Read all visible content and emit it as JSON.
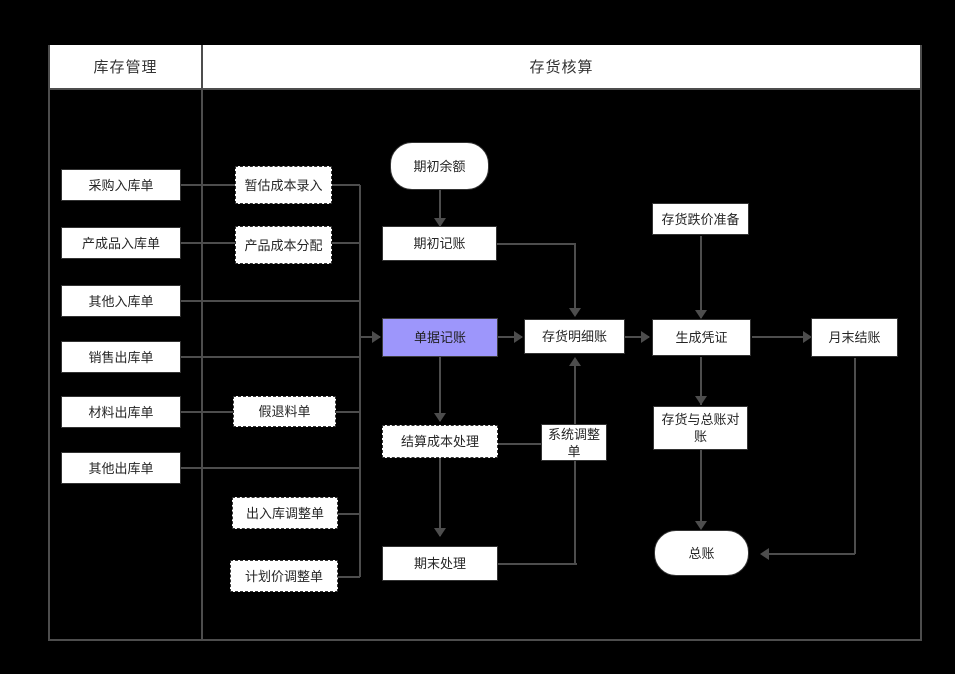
{
  "diagram": {
    "type": "flowchart",
    "orientation": "left-to-right",
    "background_color": "#000000",
    "node_fill": "#ffffff",
    "node_text_color": "#262626",
    "connector_color": "#4d4d4d",
    "accent_color": "#9d96fb",
    "lanes": [
      {
        "id": "lane-inventory-mgmt",
        "title": "库存管理"
      },
      {
        "id": "lane-inventory-acct",
        "title": "存货核算"
      }
    ],
    "nodes": [
      {
        "id": "purchase-in",
        "label": "采购入库单",
        "shape": "rect",
        "lane": "lane-inventory-mgmt"
      },
      {
        "id": "finished-in",
        "label": "产成品入库单",
        "shape": "rect",
        "lane": "lane-inventory-mgmt"
      },
      {
        "id": "other-in",
        "label": "其他入库单",
        "shape": "rect",
        "lane": "lane-inventory-mgmt"
      },
      {
        "id": "sales-out",
        "label": "销售出库单",
        "shape": "rect",
        "lane": "lane-inventory-mgmt"
      },
      {
        "id": "material-out",
        "label": "材料出库单",
        "shape": "rect",
        "lane": "lane-inventory-mgmt"
      },
      {
        "id": "other-out",
        "label": "其他出库单",
        "shape": "rect",
        "lane": "lane-inventory-mgmt"
      },
      {
        "id": "est-cost-entry",
        "label": "暂估成本录入",
        "shape": "rect-dashed",
        "lane": "lane-inventory-acct"
      },
      {
        "id": "product-cost-alloc",
        "label": "产品成本分配",
        "shape": "rect-dashed",
        "lane": "lane-inventory-acct"
      },
      {
        "id": "false-return",
        "label": "假退料单",
        "shape": "rect-dashed",
        "lane": "lane-inventory-acct"
      },
      {
        "id": "io-adjust",
        "label": "出入库调整单",
        "shape": "rect-dashed",
        "lane": "lane-inventory-acct"
      },
      {
        "id": "plan-price-adjust",
        "label": "计划价调整单",
        "shape": "rect-dashed",
        "lane": "lane-inventory-acct"
      },
      {
        "id": "opening-balance",
        "label": "期初余额",
        "shape": "rounded",
        "lane": "lane-inventory-acct"
      },
      {
        "id": "opening-posting",
        "label": "期初记账",
        "shape": "rect",
        "lane": "lane-inventory-acct"
      },
      {
        "id": "doc-posting",
        "label": "单据记账",
        "shape": "rect-accent",
        "lane": "lane-inventory-acct",
        "highlighted": true
      },
      {
        "id": "inventory-ledger",
        "label": "存货明细账",
        "shape": "rect",
        "lane": "lane-inventory-acct"
      },
      {
        "id": "settle-cost",
        "label": "结算成本处理",
        "shape": "rect-dashed",
        "lane": "lane-inventory-acct"
      },
      {
        "id": "system-adjust",
        "label": "系统调整单",
        "shape": "rect",
        "lane": "lane-inventory-acct"
      },
      {
        "id": "period-end",
        "label": "期末处理",
        "shape": "rect",
        "lane": "lane-inventory-acct"
      },
      {
        "id": "impairment",
        "label": "存货跌价准备",
        "shape": "rect",
        "lane": "lane-inventory-acct"
      },
      {
        "id": "gen-voucher",
        "label": "生成凭证",
        "shape": "rect",
        "lane": "lane-inventory-acct"
      },
      {
        "id": "month-end-close",
        "label": "月末结账",
        "shape": "rect",
        "lane": "lane-inventory-acct"
      },
      {
        "id": "reconcile-gl",
        "label": "存货与总账对账",
        "shape": "rect",
        "lane": "lane-inventory-acct"
      },
      {
        "id": "general-ledger",
        "label": "总账",
        "shape": "rounded",
        "lane": "lane-inventory-acct"
      }
    ],
    "edges": [
      {
        "from": "purchase-in",
        "to": "doc-posting",
        "via": "bus"
      },
      {
        "from": "finished-in",
        "to": "doc-posting",
        "via": "bus"
      },
      {
        "from": "other-in",
        "to": "doc-posting",
        "via": "bus"
      },
      {
        "from": "sales-out",
        "to": "doc-posting",
        "via": "bus"
      },
      {
        "from": "material-out",
        "to": "doc-posting",
        "via": "bus"
      },
      {
        "from": "other-out",
        "to": "doc-posting",
        "via": "bus"
      },
      {
        "from": "est-cost-entry",
        "to": "doc-posting",
        "via": "bus"
      },
      {
        "from": "product-cost-alloc",
        "to": "doc-posting",
        "via": "bus"
      },
      {
        "from": "false-return",
        "to": "doc-posting",
        "via": "bus"
      },
      {
        "from": "io-adjust",
        "to": "doc-posting",
        "via": "bus"
      },
      {
        "from": "plan-price-adjust",
        "to": "doc-posting",
        "via": "bus"
      },
      {
        "from": "opening-balance",
        "to": "opening-posting",
        "via": "direct"
      },
      {
        "from": "opening-posting",
        "to": "inventory-ledger",
        "via": "elbow"
      },
      {
        "from": "doc-posting",
        "to": "inventory-ledger",
        "via": "direct"
      },
      {
        "from": "doc-posting",
        "to": "settle-cost",
        "via": "direct"
      },
      {
        "from": "settle-cost",
        "to": "system-adjust",
        "via": "elbow"
      },
      {
        "from": "settle-cost",
        "to": "period-end",
        "via": "direct"
      },
      {
        "from": "period-end",
        "to": "system-adjust",
        "via": "elbow"
      },
      {
        "from": "system-adjust",
        "to": "inventory-ledger",
        "via": "direct"
      },
      {
        "from": "inventory-ledger",
        "to": "gen-voucher",
        "via": "direct"
      },
      {
        "from": "impairment",
        "to": "gen-voucher",
        "via": "direct"
      },
      {
        "from": "gen-voucher",
        "to": "month-end-close",
        "via": "direct"
      },
      {
        "from": "gen-voucher",
        "to": "reconcile-gl",
        "via": "direct"
      },
      {
        "from": "reconcile-gl",
        "to": "general-ledger",
        "via": "direct"
      },
      {
        "from": "month-end-close",
        "to": "general-ledger",
        "via": "elbow"
      }
    ]
  }
}
